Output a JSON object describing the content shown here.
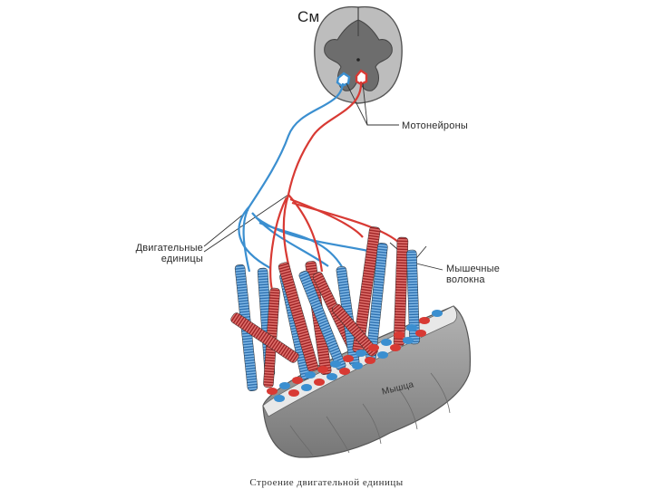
{
  "labels": {
    "spinal_cord": "См",
    "motoneurons": "Мотонейроны",
    "motor_units_line1": "Двигательные",
    "motor_units_line2": "единицы",
    "muscle_fibers_line1": "Мышечные",
    "muscle_fibers_line2": "волокна",
    "muscle": "Мышца",
    "caption": "Строение двигательной единицы"
  },
  "colors": {
    "unit_a": "#3b8fd0",
    "unit_b": "#d83a34",
    "grey_matter": "#6f6f6f",
    "white_matter": "#b9b9b9",
    "muscle_body": "#8e8e8e"
  }
}
